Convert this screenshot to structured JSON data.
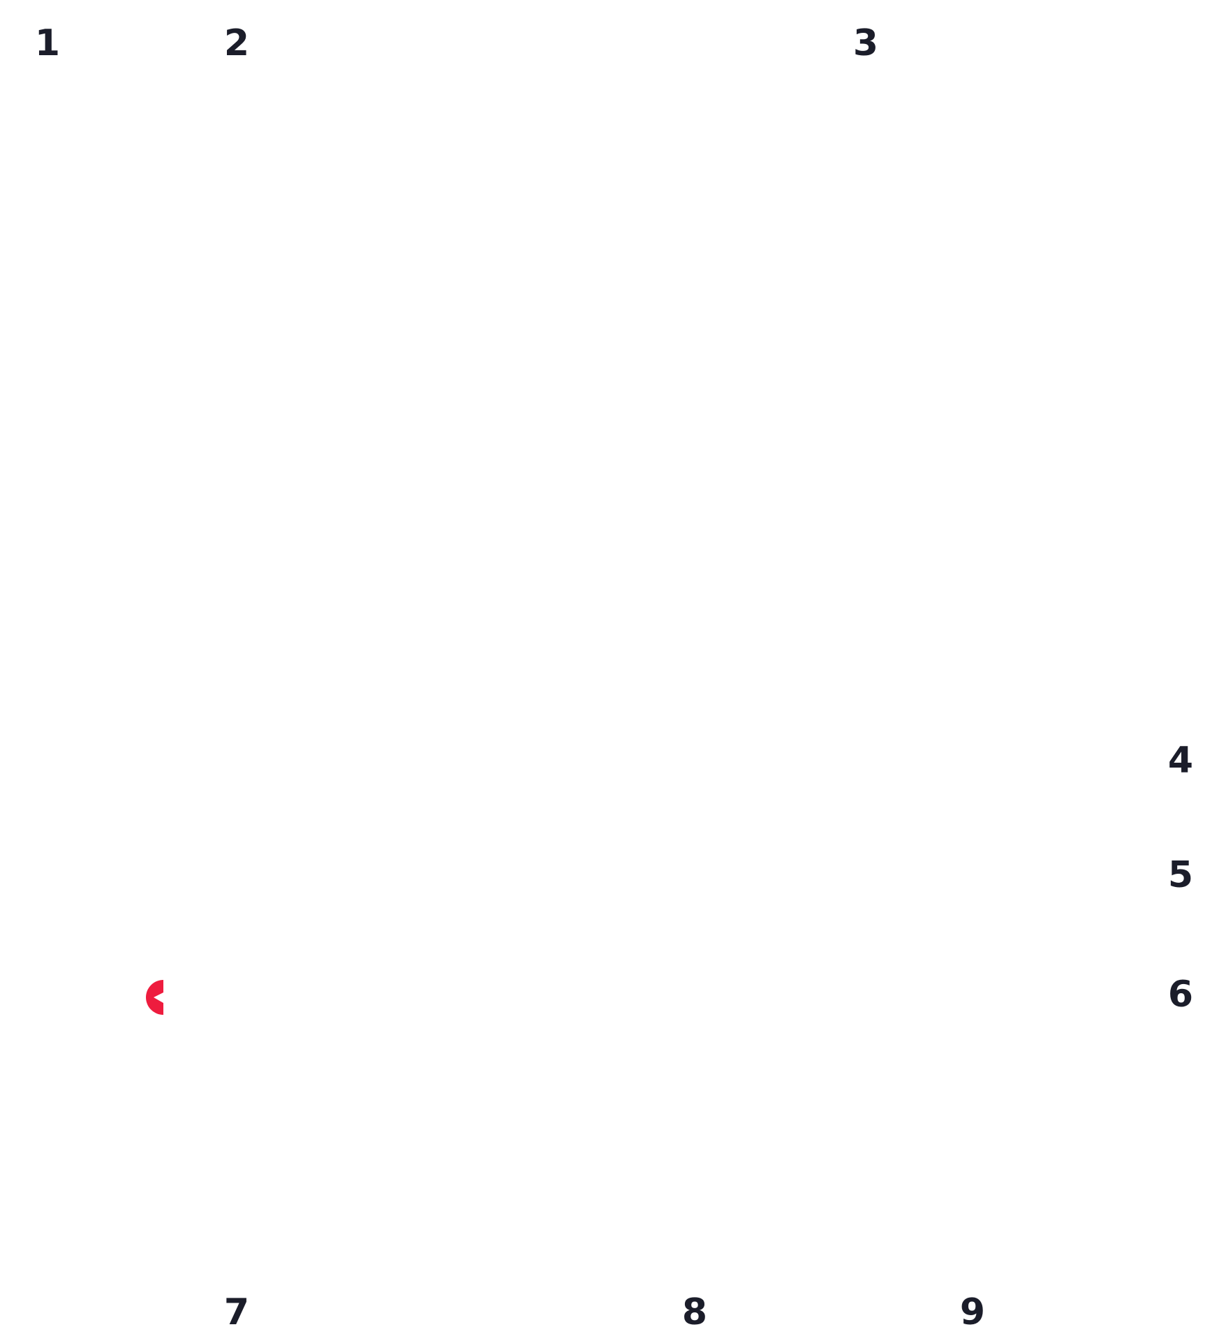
{
  "labels": [
    "1",
    "2",
    "3",
    "4",
    "5",
    "6",
    "7",
    "8",
    "9"
  ],
  "marker": {
    "color": "#ee1c3e",
    "icon": "half-circle-notch-icon"
  }
}
